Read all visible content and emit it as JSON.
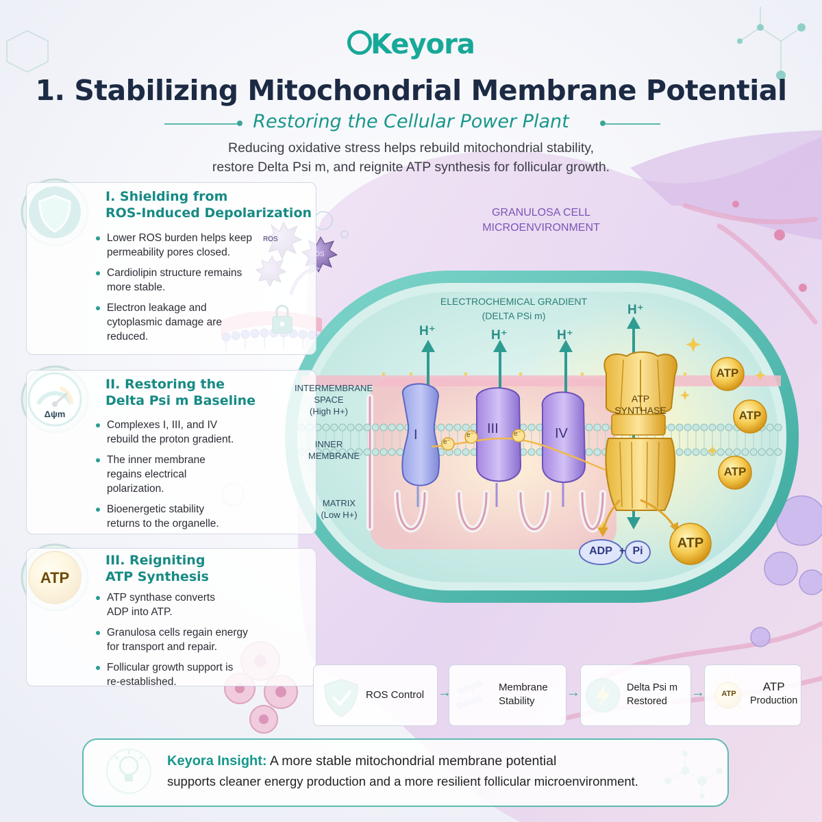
{
  "brand": {
    "logo_text": "Keyora",
    "accent": "#17a898",
    "title_color": "#1c2a44"
  },
  "header": {
    "title": "1. Stabilizing Mitochondrial Membrane Potential",
    "subtitle": "Restoring the Cellular Power Plant",
    "intro_line1": "Reducing oxidative stress helps rebuild mitochondrial stability,",
    "intro_line2": "restore Delta Psi m, and reignite ATP synthesis for follicular growth."
  },
  "sections": [
    {
      "title_line1": "I. Shielding from",
      "title_line2": "ROS-Induced Depolarization",
      "icon": "shield-icon",
      "bullets": [
        "Lower ROS burden helps keep permeability pores closed.",
        "Cardiolipin structure remains more stable.",
        "Electron leakage and cytoplasmic damage are reduced."
      ]
    },
    {
      "title_line1": "II. Restoring the",
      "title_line2": "Delta Psi m Baseline",
      "icon": "gauge-icon",
      "icon_label": "Δψm",
      "bullets": [
        "Complexes I, III, and IV rebuild the proton gradient.",
        "The inner membrane regains electrical polarization.",
        "Bioenergetic stability returns to the organelle."
      ]
    },
    {
      "title_line1": "III. Reigniting",
      "title_line2": "ATP Synthesis",
      "icon": "atp-icon",
      "icon_label": "ATP",
      "bullets": [
        "ATP synthase converts ADP into ATP.",
        "Granulosa cells regain energy for transport and repair.",
        "Follicular growth support is re-established."
      ]
    }
  ],
  "illustration": {
    "ros_labels": [
      "ROS",
      "ROS",
      "ROS"
    ],
    "microenv_line1": "GRANULOSA CELL",
    "microenv_line2": "MICROENVIRONMENT",
    "gradient_line1": "ELECTROCHEMICAL GRADIENT",
    "gradient_line2": "(DELTA PSi m)",
    "proton": "H⁺",
    "ims_line1": "INTERMEMBRANE",
    "ims_line2": "SPACE",
    "ims_line3": "(High H+)",
    "inner_line1": "INNER",
    "inner_line2": "MEMBRANE",
    "matrix_line1": "MATRIX",
    "matrix_line2": "(Low H+)",
    "complex_labels": [
      "I",
      "III",
      "IV"
    ],
    "electron": "e⁻",
    "synthase_line1": "ATP",
    "synthase_line2": "SYNTHASE",
    "atp": "ATP",
    "adp": "ADP",
    "plus": "+",
    "pi": "Pi"
  },
  "flow": {
    "steps": [
      {
        "line1": "ROS Control",
        "line2": "",
        "icon": "shield-check-icon"
      },
      {
        "line1": "Membrane",
        "line2": "Stability",
        "icon": "membrane-icon"
      },
      {
        "line1": "Delta Psi m",
        "line2": "Restored",
        "icon": "bolt-icon"
      },
      {
        "line1": "ATP",
        "line2": "Production",
        "icon": "atp-sun-icon",
        "icon_label": "ATP"
      }
    ],
    "arrow": "→"
  },
  "insight": {
    "label": "Keyora Insight:",
    "line1": "A more stable mitochondrial membrane potential",
    "line2": "supports cleaner energy production and a more resilient follicular microenvironment."
  }
}
